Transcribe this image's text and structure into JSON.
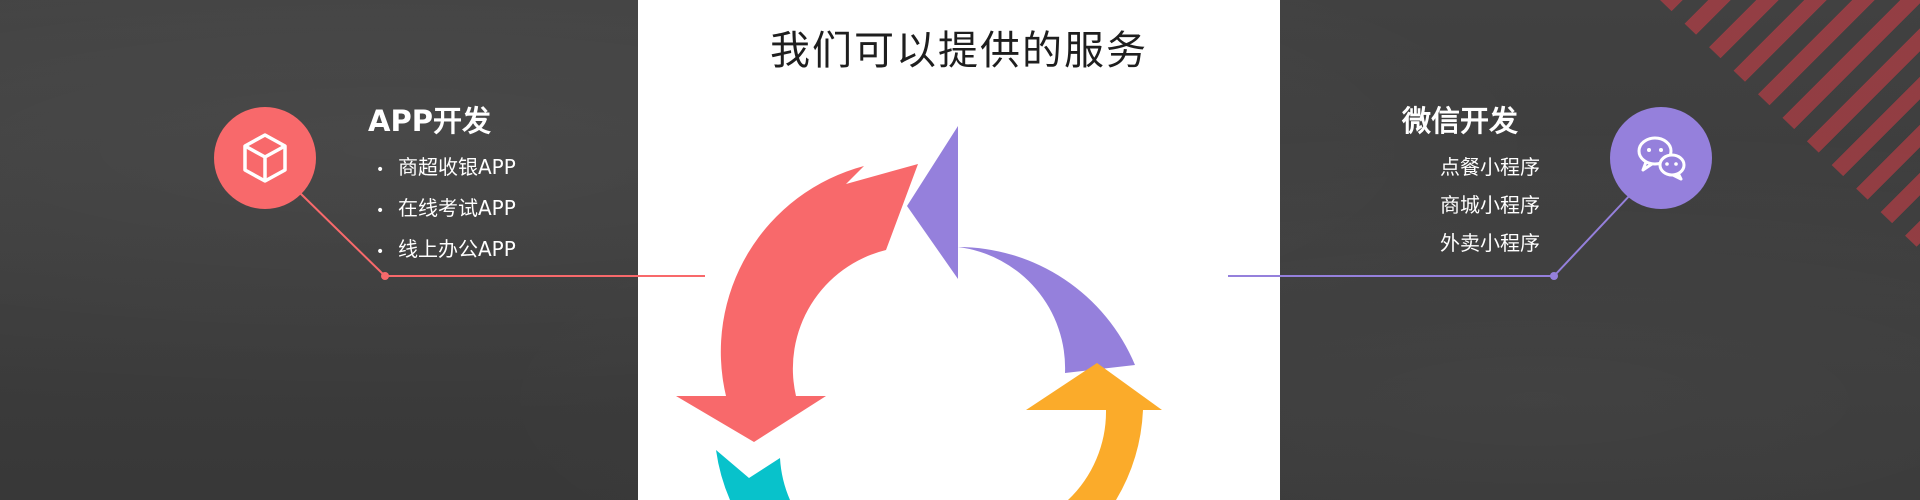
{
  "title": "我们可以提供的服务",
  "left_service": {
    "title": "APP开发",
    "icon": "cube-icon",
    "color": "#f8696b",
    "items": [
      "商超收银APP",
      "在线考试APP",
      "线上办公APP"
    ]
  },
  "right_service": {
    "title": "微信开发",
    "icon": "wechat-icon",
    "color": "#9580dc",
    "items": [
      "点餐小程序",
      "商城小程序",
      "外卖小程序"
    ]
  },
  "cycle_colors": {
    "red": "#f8696b",
    "purple": "#9580dc",
    "orange": "#fbab2a",
    "teal": "#08c2cb"
  },
  "accent_stripe_color": "#d73c46"
}
